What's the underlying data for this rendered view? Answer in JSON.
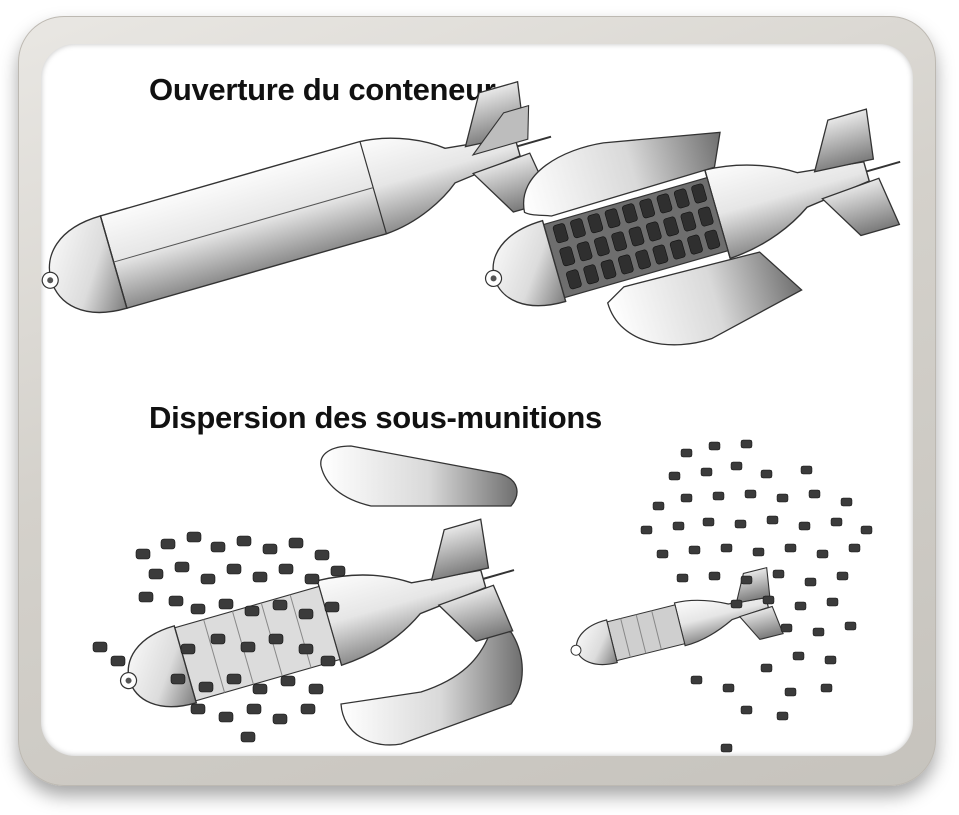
{
  "headings": {
    "opening": "Ouverture du conteneur",
    "dispersion": "Dispersion des sous-munitions"
  },
  "illustrations": [
    {
      "name": "bomb-closed"
    },
    {
      "name": "bomb-opening"
    },
    {
      "name": "bomb-dispersing"
    },
    {
      "name": "bomb-scattered"
    }
  ],
  "colors": {
    "frame": "#d4d1cb",
    "panel": "#ffffff",
    "bomb-light": "#f4f4f4",
    "bomb-dark": "#8a8a8a",
    "bomblet": "#3b3b3b",
    "outline": "#333333"
  }
}
